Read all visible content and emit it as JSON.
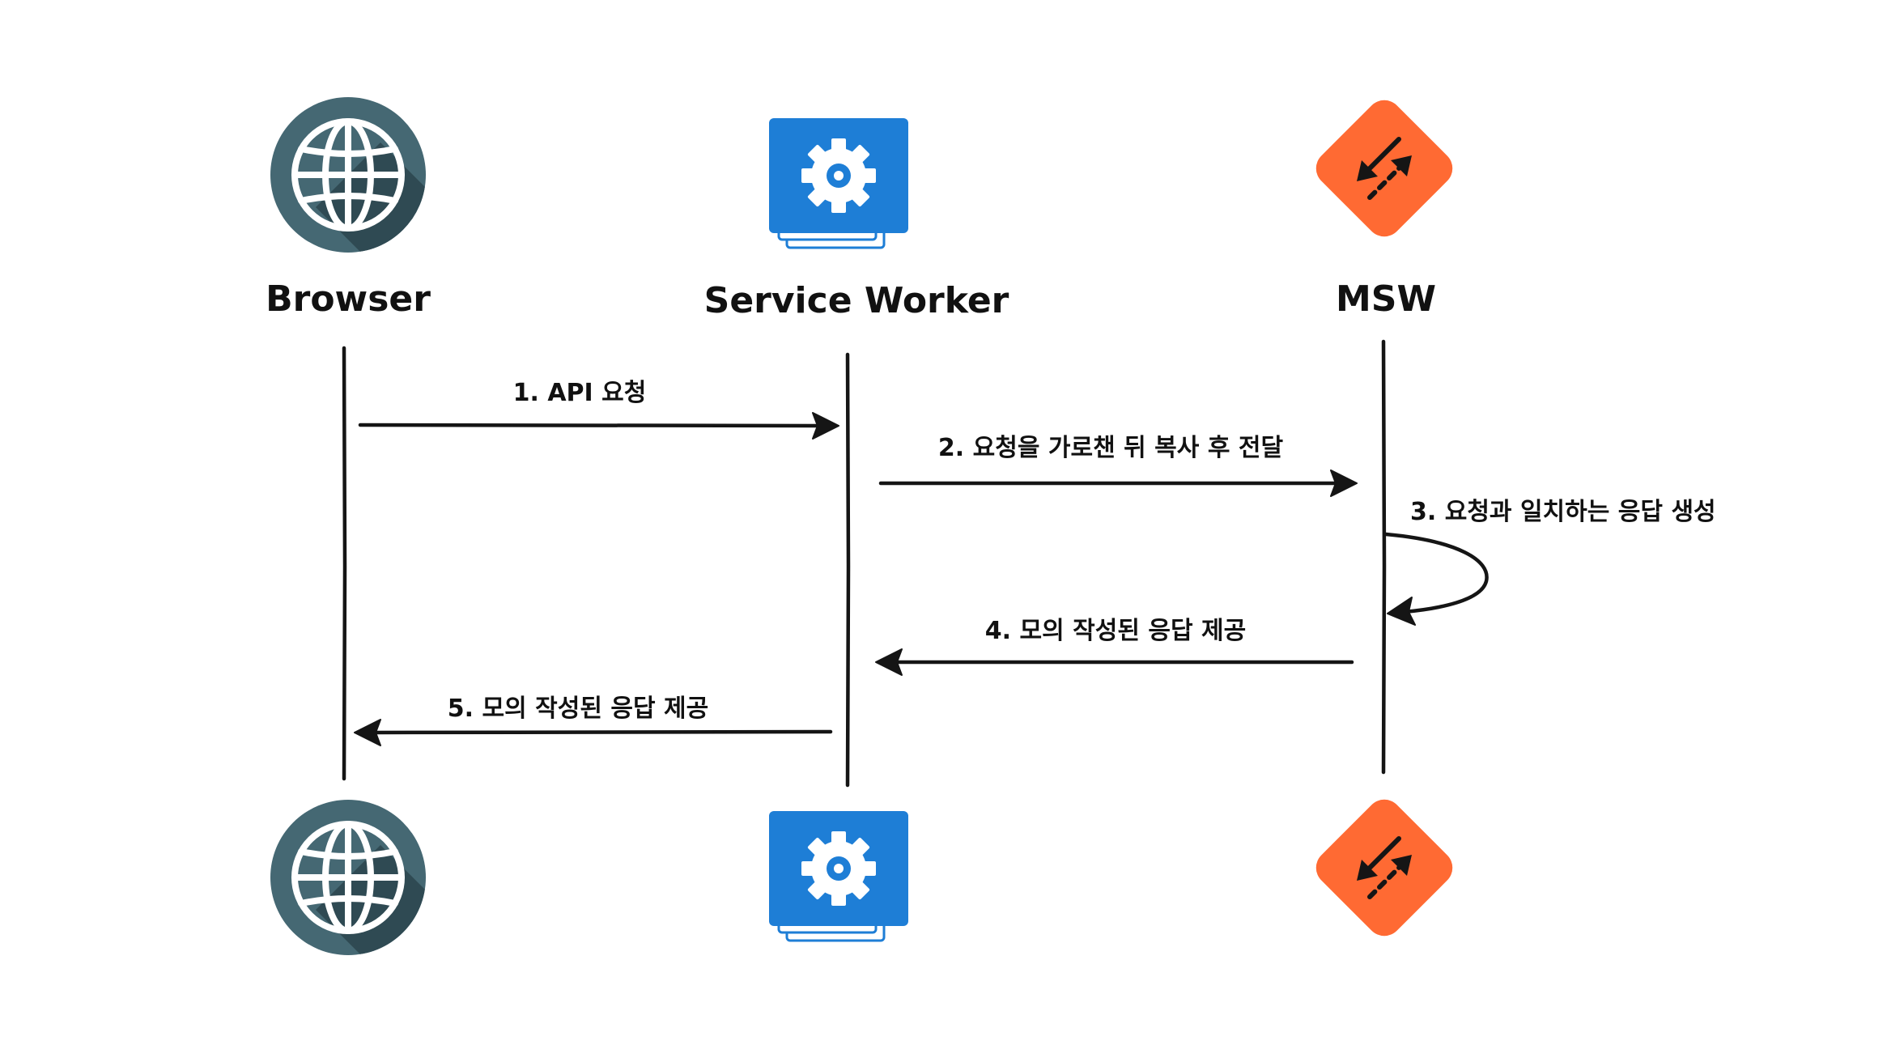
{
  "actors": [
    {
      "id": "browser",
      "label": "Browser",
      "icon": "globe-icon"
    },
    {
      "id": "service_worker",
      "label": "Service Worker",
      "icon": "gear-window-icon"
    },
    {
      "id": "msw",
      "label": "MSW",
      "icon": "swap-arrows-icon"
    }
  ],
  "messages": [
    {
      "step": 1,
      "from": "browser",
      "to": "service_worker",
      "label": "1. API 요청"
    },
    {
      "step": 2,
      "from": "service_worker",
      "to": "msw",
      "label": "2.  요청을 가로챈 뒤 복사 후 전달"
    },
    {
      "step": 3,
      "from": "msw",
      "to": "msw",
      "label": "3. 요청과 일치하는 응답 생성"
    },
    {
      "step": 4,
      "from": "msw",
      "to": "service_worker",
      "label": "4. 모의 작성된 응답 제공"
    },
    {
      "step": 5,
      "from": "service_worker",
      "to": "browser",
      "label": "5. 모의 작성된 응답 제공"
    }
  ],
  "colors": {
    "globe_circle": "#456873",
    "globe_shadow": "#2f4a53",
    "gear_window": "#1e7ed6",
    "msw_diamond": "#ff6a33",
    "line": "#151515"
  }
}
